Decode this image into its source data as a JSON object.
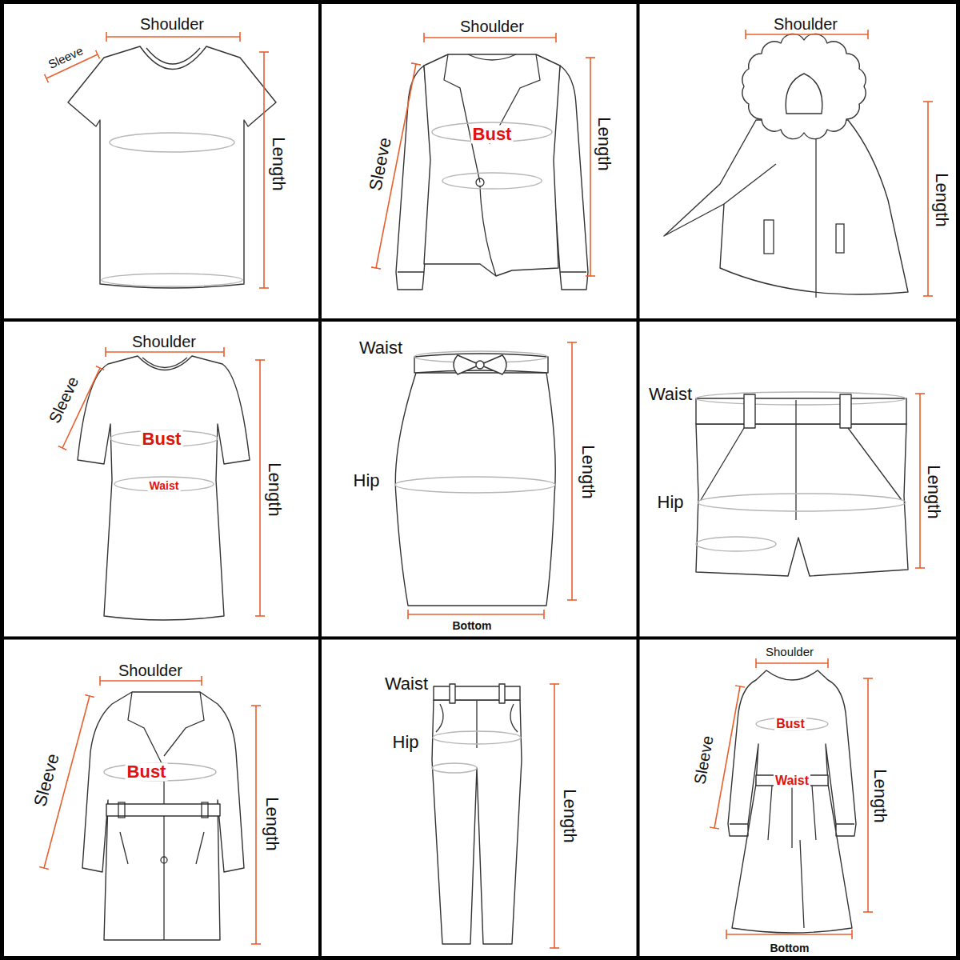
{
  "diagram": {
    "labels": [
      "Shoulder",
      "Sleeve",
      "Length",
      "Shoulder",
      "Bust",
      "Sleeve",
      "Length",
      "Shoulder",
      "Length",
      "Shoulder",
      "Sleeve",
      "Bust",
      "Waist",
      "Length",
      "Waist",
      "Hip",
      "Length",
      "Bottom",
      "Waist",
      "Hip",
      "Length",
      "Shoulder",
      "Sleeve",
      "Bust",
      "Length",
      "Waist",
      "Hip",
      "Length",
      "Shoulder",
      "Sleeve",
      "Bust",
      "Waist",
      "Length",
      "Bottom"
    ]
  }
}
